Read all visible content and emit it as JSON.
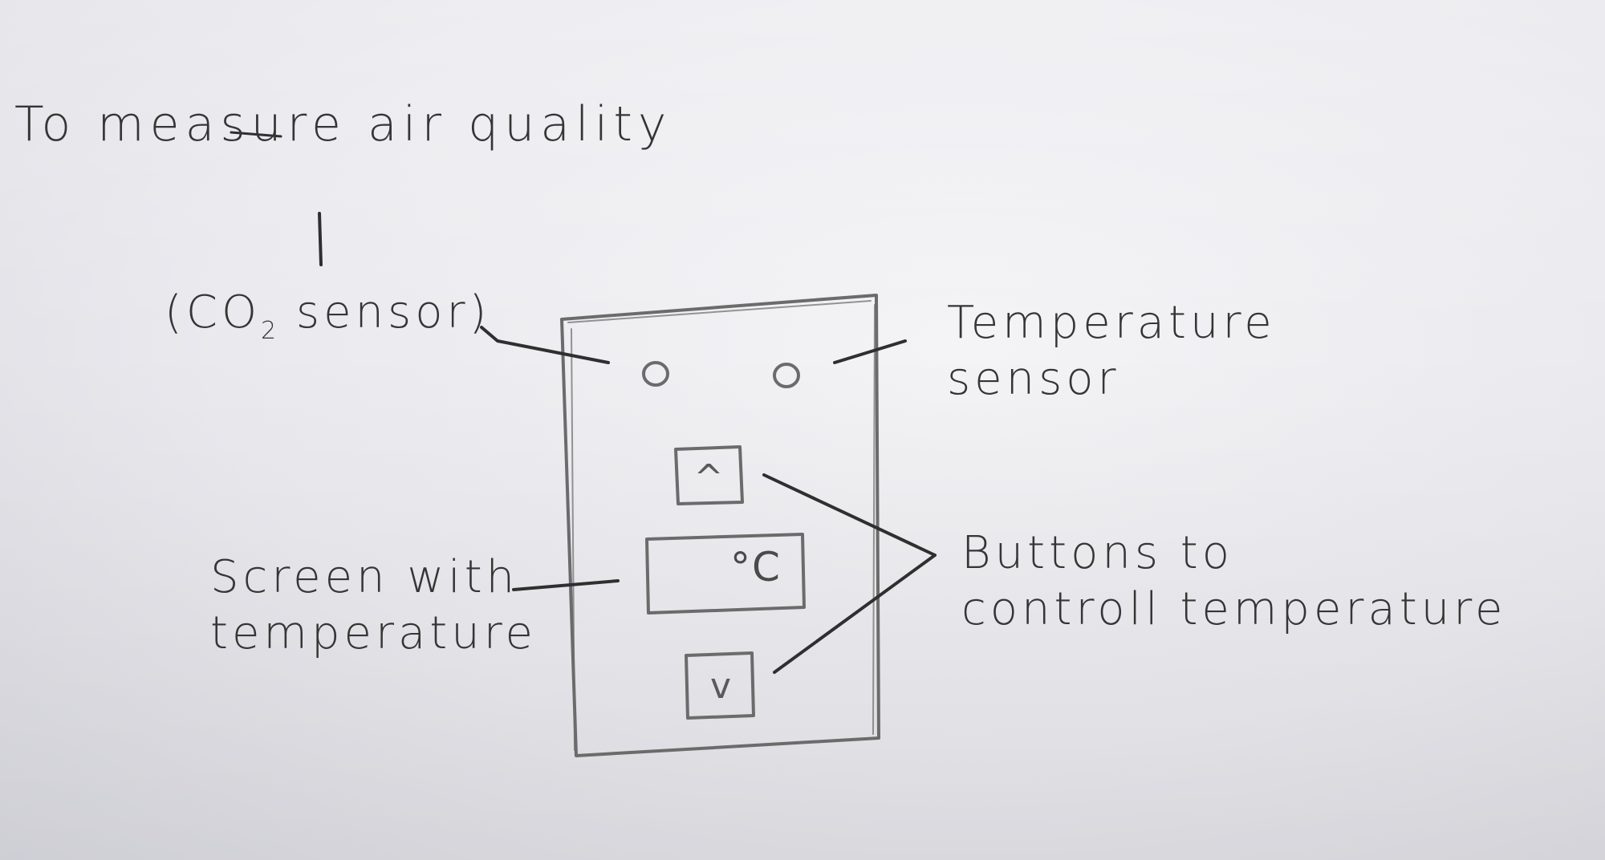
{
  "heading": "To measure air quality",
  "co2_label": {
    "prefix": "(CO",
    "subscript": "2",
    "suffix": " sensor)"
  },
  "temperature_sensor_label": [
    "Temperature",
    "sensor"
  ],
  "screen_label": [
    "Screen with",
    "temperature"
  ],
  "buttons_label": [
    "Buttons to",
    "controll temperature"
  ],
  "device": {
    "up_button_glyph": "^",
    "down_button_glyph": "v",
    "screen_unit": "°C"
  }
}
